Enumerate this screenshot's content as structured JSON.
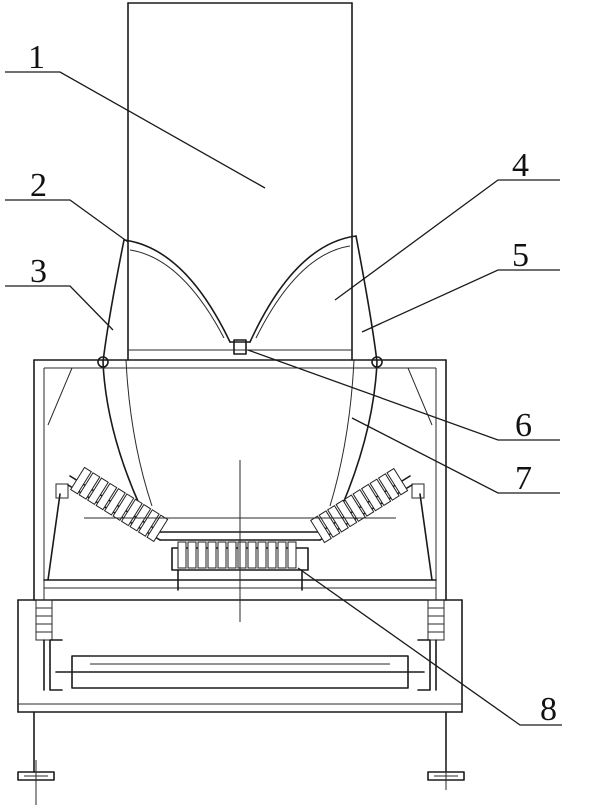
{
  "figure": {
    "callouts": [
      {
        "key": "c1",
        "label": "1"
      },
      {
        "key": "c2",
        "label": "2"
      },
      {
        "key": "c3",
        "label": "3"
      },
      {
        "key": "c4",
        "label": "4"
      },
      {
        "key": "c5",
        "label": "5"
      },
      {
        "key": "c6",
        "label": "6"
      },
      {
        "key": "c7",
        "label": "7"
      },
      {
        "key": "c8",
        "label": "8"
      }
    ],
    "line_color": "#1a1a1a",
    "background": "#ffffff"
  }
}
